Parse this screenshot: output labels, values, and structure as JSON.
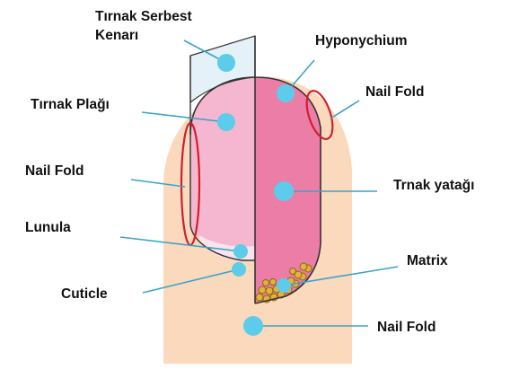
{
  "colors": {
    "skin": "#FAD9BC",
    "plate_light": "#F5B7CF",
    "bed_pink": "#EB7DA7",
    "free_edge": "#E4F1F8",
    "marker_dot": "#5CCCEA",
    "nail_fold_ring": "#D0202E",
    "matrix_cells": "#E3B23C",
    "leader_line": "#3AA3CB",
    "label_text": "#111111"
  },
  "labels": {
    "free_edge": {
      "line1": "Tırnak Serbest",
      "line2": "Kenarı"
    },
    "nail_plate": "Tırnak Plağı",
    "nail_fold_left": "Nail Fold",
    "lunula": "Lunula",
    "cuticle": "Cuticle",
    "hyponychium": "Hyponychium",
    "nail_fold_right": "Nail Fold",
    "nail_bed": "Trnak yatağı",
    "matrix": "Matrix",
    "nail_fold_bottom": "Nail Fold"
  }
}
